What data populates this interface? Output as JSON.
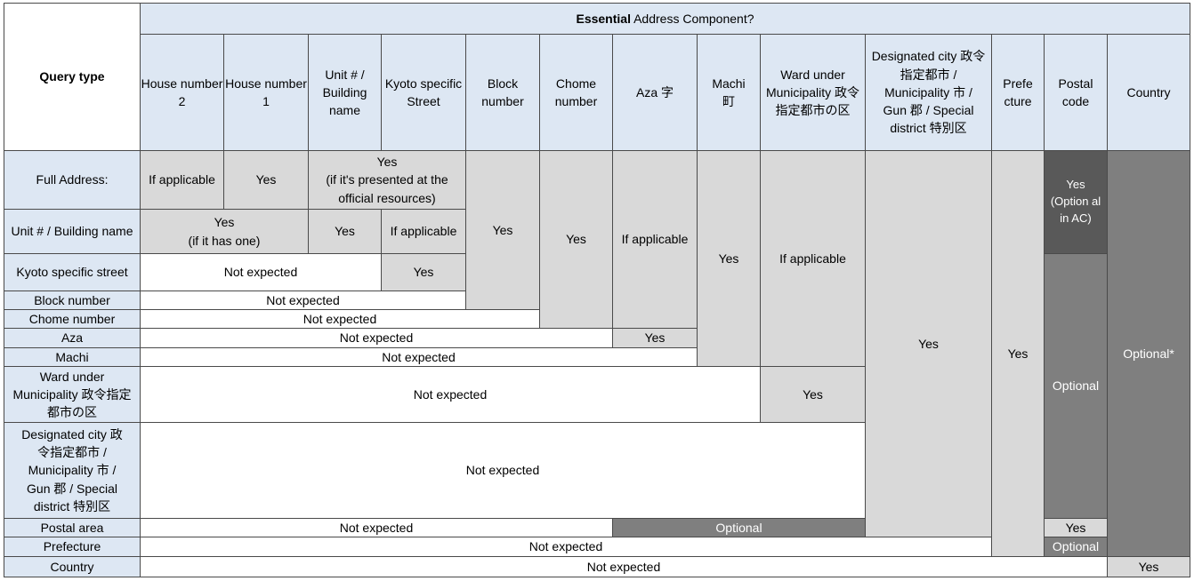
{
  "header": {
    "query_type": "Query type",
    "essential_bold": "Essential",
    "essential_rest": " Address Component?",
    "columns": [
      "House number 2",
      "House number 1",
      "Unit # / Building name",
      "Kyoto specific Street",
      "Block number",
      "Chome number",
      "Aza 字",
      "Machi 町",
      "Ward under Municipality 政令指定都市の区",
      "Designated city 政令指定都市 / Municipality 市 / Gun 郡 / Special district 特別区",
      "Prefe cture",
      "Postal code",
      "Country"
    ]
  },
  "rows": {
    "full_address": {
      "label": "Full Address:",
      "house2": "If applicable",
      "house1": "Yes",
      "unit_kyoto": "Yes\n(if it's presented at the official resources)"
    },
    "unit_building": {
      "label": "Unit # / Building name",
      "house": "Yes\n(if it has one)",
      "unit": "Yes",
      "kyoto": "If applicable"
    },
    "kyoto_street": {
      "label": "Kyoto specific street",
      "before": "Not expected",
      "kyoto": "Yes"
    },
    "block_number": {
      "label": "Block number",
      "before": "Not expected"
    },
    "chome_number": {
      "label": "Chome number",
      "before": "Not expected"
    },
    "aza": {
      "label": "Aza",
      "before": "Not expected",
      "aza": "Yes"
    },
    "machi": {
      "label": "Machi",
      "before": "Not expected"
    },
    "ward": {
      "label": "Ward under Municipality 政令指定都市の区",
      "before": "Not expected",
      "ward": "Yes"
    },
    "designated_city": {
      "label": "Designated city 政令指定都市 / Municipality 市 / Gun 郡 / Special district 特別区",
      "before": "Not expected"
    },
    "postal_area": {
      "label": "Postal area",
      "before": "Not expected",
      "optional": "Optional",
      "postal": "Yes"
    },
    "prefecture": {
      "label": "Prefecture",
      "before": "Not expected",
      "postal": "Optional"
    },
    "country": {
      "label": "Country",
      "before": "Not expected",
      "country": "Yes"
    }
  },
  "spans": {
    "block": "Yes",
    "chome": "Yes",
    "aza": "If applicable",
    "machi": "Yes",
    "ward": "If applicable",
    "designated": "Yes",
    "prefecture": "Yes",
    "postal_top": "Yes\n(Option al in AC)",
    "postal_mid": "Optional",
    "country": "Optional*"
  }
}
